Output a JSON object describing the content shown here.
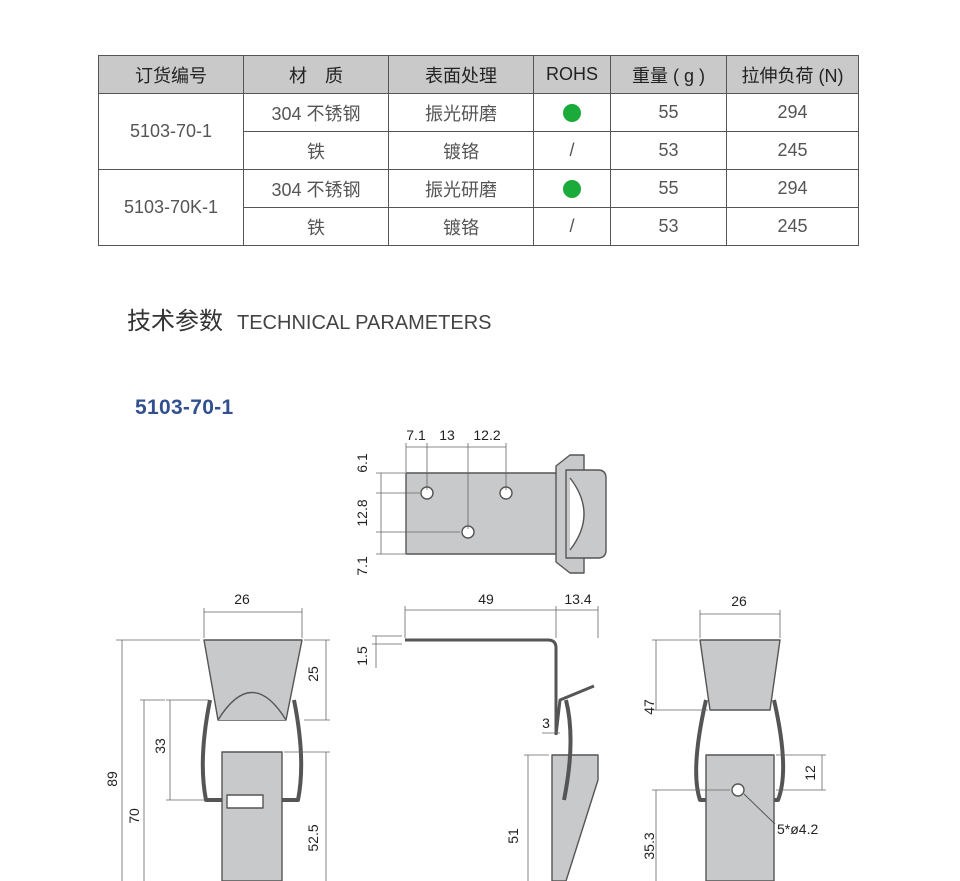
{
  "table": {
    "headers": [
      "订货编号",
      "材　质",
      "表面处理",
      "ROHS",
      "重量 ( g )",
      "拉伸负荷 (N)"
    ],
    "groups": [
      {
        "order_no": "5103-70-1",
        "rows": [
          {
            "material": "304 不锈钢",
            "finish": "振光研磨",
            "rohs": "dot",
            "weight": "55",
            "load": "294"
          },
          {
            "material": "铁",
            "finish": "镀铬",
            "rohs": "/",
            "weight": "53",
            "load": "245"
          }
        ]
      },
      {
        "order_no": "5103-70K-1",
        "rows": [
          {
            "material": "304 不锈钢",
            "finish": "振光研磨",
            "rohs": "dot",
            "weight": "55",
            "load": "294"
          },
          {
            "material": "铁",
            "finish": "镀铬",
            "rohs": "/",
            "weight": "53",
            "load": "245"
          }
        ]
      }
    ]
  },
  "colors": {
    "header_bg": "#c9c9c9",
    "rohs_dot": "#1aab3a",
    "model_title": "#33508e",
    "part_fill": "#c8c9cb",
    "part_stroke": "#555555"
  },
  "section": {
    "title_cn": "技术参数",
    "title_en": "TECHNICAL PARAMETERS"
  },
  "model": {
    "title": "5103-70-1"
  },
  "dimensions": {
    "top_view": [
      "7.1",
      "13",
      "12.2",
      "6.1",
      "12.8",
      "7.1"
    ],
    "side_view": [
      "49",
      "13.4",
      "1.5",
      "3",
      "51"
    ],
    "front_view": [
      "26",
      "25",
      "33",
      "89",
      "70",
      "52.5"
    ],
    "rear_view": [
      "26",
      "47",
      "12",
      "35.3",
      "5*ø4.2"
    ]
  }
}
